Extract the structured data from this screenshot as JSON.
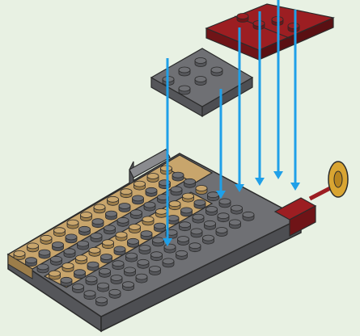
{
  "diagram": {
    "type": "brick-build-instruction-step",
    "background_color": "#e8f1e3",
    "colors": {
      "dark_gray": "#6f7074",
      "dark_gray_side": "#55565a",
      "tan": "#c8a56c",
      "tan_side": "#9c7d4a",
      "dark_red": "#9c1e22",
      "dark_red_side": "#6f1417",
      "gold": "#d9a532",
      "arrow": "#1fa0e8",
      "outline": "#2b2b2b"
    },
    "parts": [
      {
        "name": "baseplate",
        "color": "dark_gray",
        "trim": "tan"
      },
      {
        "name": "gray-plate-2x4",
        "color": "dark_gray",
        "action": "place"
      },
      {
        "name": "red-plate-assembly",
        "color": "dark_red",
        "action": "place"
      },
      {
        "name": "gold-gear-wheel",
        "color": "gold"
      }
    ],
    "arrow_count": 6
  }
}
